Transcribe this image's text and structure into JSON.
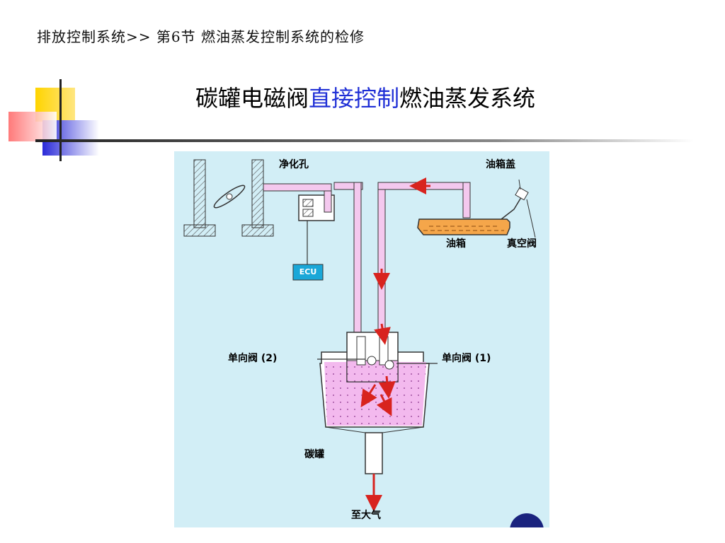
{
  "header": {
    "breadcrumb": "排放控制系统>> 第6节 燃油蒸发控制系统的检修"
  },
  "slide": {
    "title_part1": "碳罐电磁阀",
    "title_highlight": "直接控制",
    "title_part2": "燃油蒸发系统",
    "highlight_color": "#1f2fd6"
  },
  "diagram": {
    "labels": {
      "purge_port": "净化孔",
      "fuel_cap": "油箱盖",
      "fuel_tank": "油箱",
      "vacuum_valve": "真空阀",
      "ecu": "ECU",
      "check_valve_2": "单向阀 (2)",
      "check_valve_1": "单向阀 (1)",
      "canister": "碳罐",
      "to_atmosphere": "至大气"
    },
    "colors": {
      "background": "#d2eef6",
      "pipe": "#f4c8ee",
      "canister_fill": "#f3b9ee",
      "fuel_tank": "#f5a64a",
      "ecu": "#1aa7d8",
      "flow_arrow": "#d8231e"
    }
  }
}
